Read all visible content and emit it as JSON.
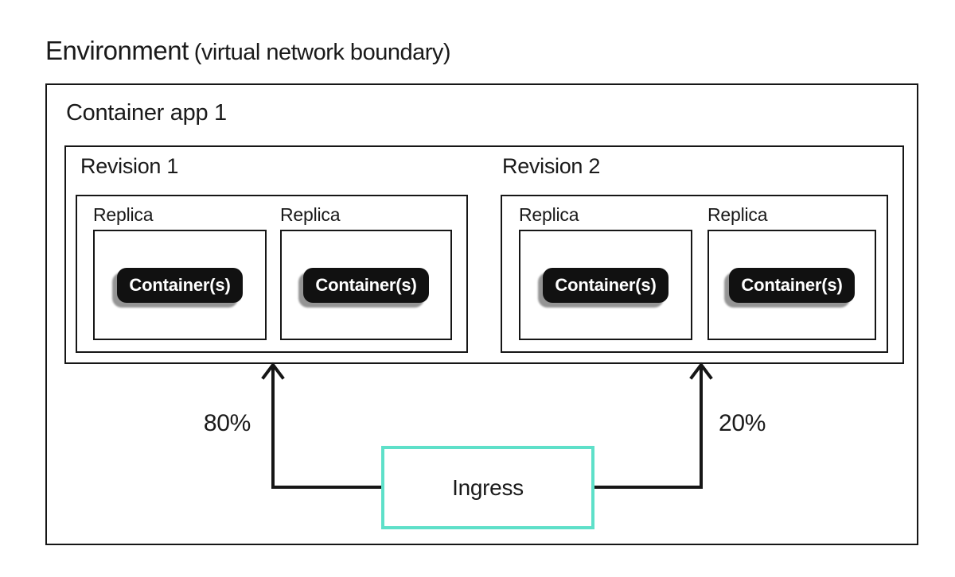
{
  "title": {
    "main": "Environment",
    "qualifier": "(virtual network boundary)"
  },
  "app": {
    "label": "Container app 1",
    "revisions": [
      {
        "label": "Revision 1",
        "replicas": [
          {
            "label": "Replica",
            "container_label": "Container(s)"
          },
          {
            "label": "Replica",
            "container_label": "Container(s)"
          }
        ]
      },
      {
        "label": "Revision 2",
        "replicas": [
          {
            "label": "Replica",
            "container_label": "Container(s)"
          },
          {
            "label": "Replica",
            "container_label": "Container(s)"
          }
        ]
      }
    ]
  },
  "ingress": {
    "label": "Ingress",
    "border_color": "#5EE0C9"
  },
  "traffic": [
    {
      "percent": "80%",
      "target": "Revision 1"
    },
    {
      "percent": "20%",
      "target": "Revision 2"
    }
  ],
  "colors": {
    "line": "#161616",
    "text": "#1a1a1a",
    "pill_bg": "#111111",
    "pill_text": "#ffffff",
    "pill_shadow": "#9a9a9a",
    "accent_teal": "#5EE0C9",
    "background": "#ffffff"
  }
}
